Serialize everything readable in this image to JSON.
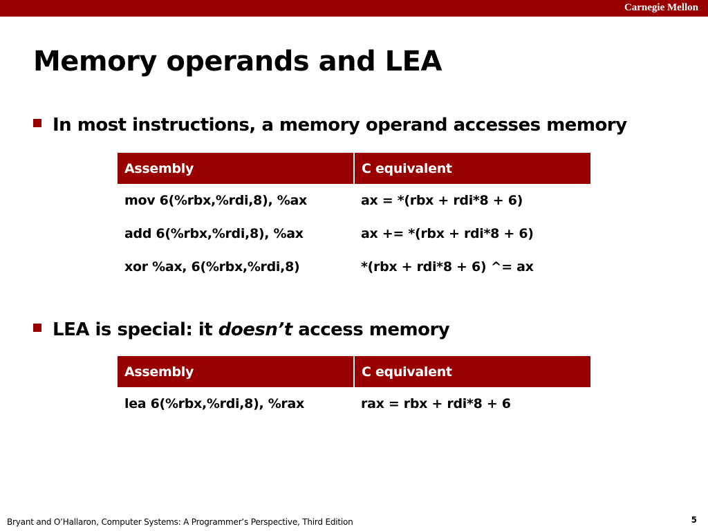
{
  "header": {
    "brand": "Carnegie Mellon"
  },
  "slide": {
    "title": "Memory operands and LEA",
    "bullet1": "In most instructions, a memory operand accesses memory",
    "bullet2": {
      "before": "LEA is special: it ",
      "emphasis": "doesn’t",
      "after": " access memory"
    }
  },
  "table1": {
    "headers": [
      "Assembly",
      "C equivalent"
    ],
    "rows": [
      [
        "mov 6(%rbx,%rdi,8), %ax",
        "ax = *(rbx + rdi*8 + 6)"
      ],
      [
        "add 6(%rbx,%rdi,8), %ax",
        "ax += *(rbx + rdi*8 + 6)"
      ],
      [
        "xor %ax, 6(%rbx,%rdi,8)",
        "*(rbx + rdi*8 + 6) ^= ax"
      ]
    ]
  },
  "table2": {
    "headers": [
      "Assembly",
      "C equivalent"
    ],
    "rows": [
      [
        "lea 6(%rbx,%rdi,8), %rax",
        "rax = rbx + rdi*8 + 6"
      ]
    ]
  },
  "footer": {
    "text": "Bryant and O’Hallaron, Computer Systems: A Programmer’s Perspective, Third Edition",
    "page": "5"
  },
  "colors": {
    "accent": "#990000",
    "text": "#000000",
    "background": "#ffffff"
  }
}
